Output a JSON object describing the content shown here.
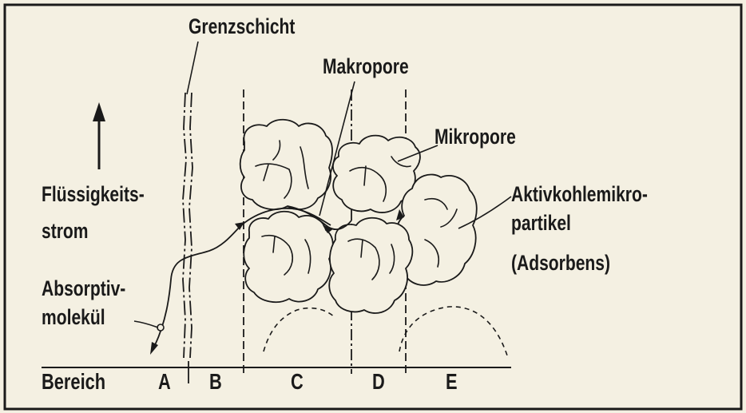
{
  "labels": {
    "grenzschicht": "Grenzschicht",
    "makropore": "Makropore",
    "mikropore": "Mikropore",
    "fluessigkeits": "Flüssigkeits-",
    "strom": "strom",
    "aktivkohle": "Aktivkohlemikro-",
    "partikel": "partikel",
    "adsorbens": "(Adsorbens)",
    "absorptiv": "Absorptiv-",
    "molekuel": "molekül",
    "bereich": "Bereich"
  },
  "zones": [
    "A",
    "B",
    "C",
    "D",
    "E"
  ],
  "colors": {
    "background": "#f4f0e2",
    "ink": "#1a1a1a"
  }
}
